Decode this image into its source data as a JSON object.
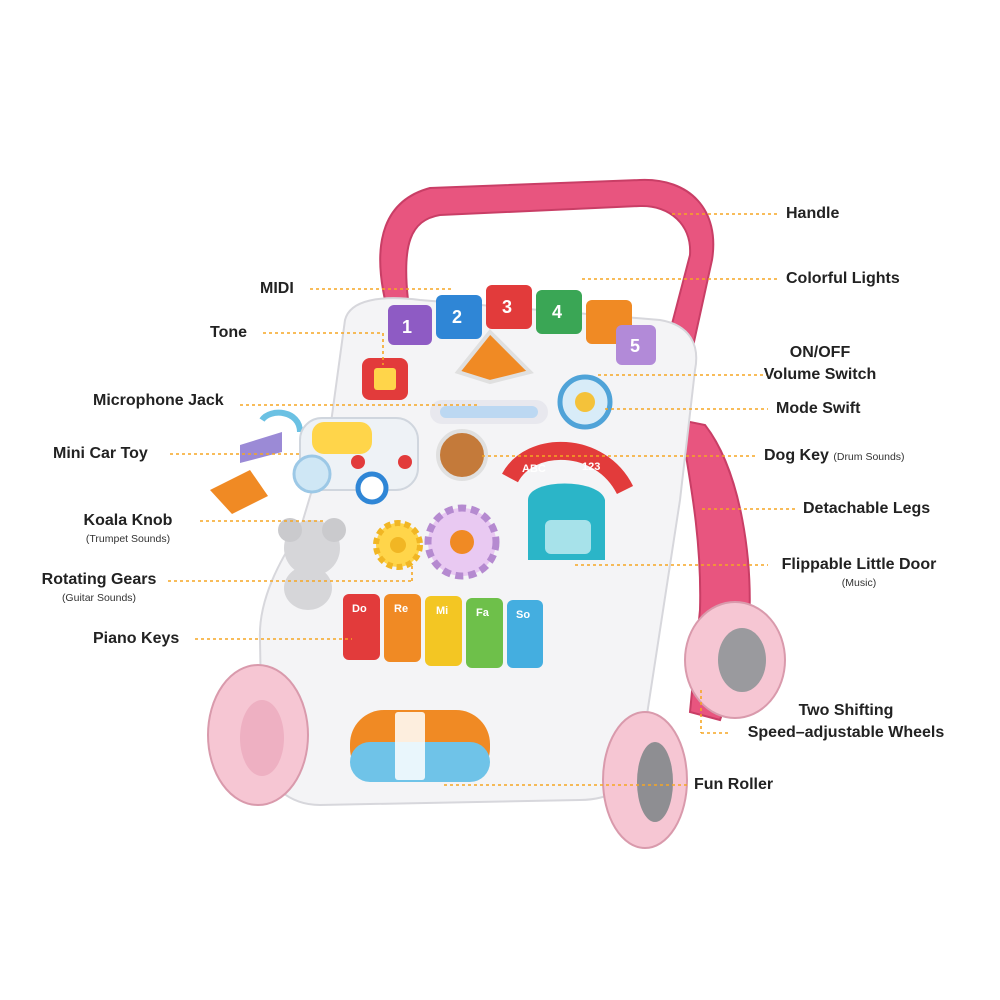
{
  "colors": {
    "leader": "#f5a623",
    "handle": "#e8557f",
    "body": "#f4f4f6",
    "wheel": "#f6c6d3"
  },
  "labels": {
    "handle": "Handle",
    "colorful_lights": "Colorful Lights",
    "midi": "MIDI",
    "tone": "Tone",
    "on_off_line1": "ON/OFF",
    "on_off_line2": "Volume Switch",
    "microphone_jack": "Microphone Jack",
    "mode_swift": "Mode Swift",
    "mini_car_toy": "Mini Car Toy",
    "dog_key": "Dog Key",
    "dog_key_sub": "(Drum Sounds)",
    "detachable_legs": "Detachable Legs",
    "koala_knob": "Koala Knob",
    "koala_knob_sub": "(Trumpet Sounds)",
    "flippable_door": "Flippable Little Door",
    "flippable_door_sub": "(Music)",
    "rotating_gears": "Rotating Gears",
    "rotating_gears_sub": "(Guitar Sounds)",
    "piano_keys": "Piano Keys",
    "wheels_line1": "Two Shifting",
    "wheels_line2": "Speed–adjustable Wheels",
    "fun_roller": "Fun Roller"
  },
  "toy_print": {
    "keys": [
      "Do",
      "Re",
      "Mi",
      "Fa",
      "So"
    ],
    "numbers": [
      "1",
      "2",
      "3",
      "4",
      "5"
    ],
    "abc": "ABC",
    "num123": "123"
  }
}
